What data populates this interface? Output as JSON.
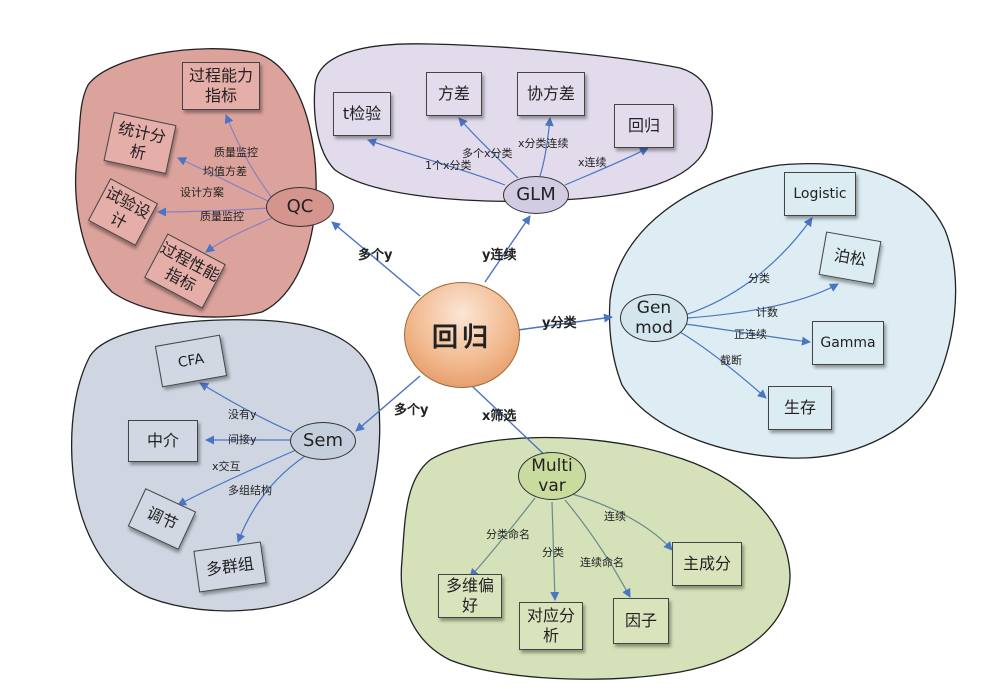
{
  "center": "回归",
  "qc": {
    "node": "QC",
    "link": "多个y",
    "items": [
      "过程能力指标",
      "统计分析",
      "试验设计",
      "过程性能指标"
    ],
    "edges": [
      "质量监控",
      "均值方差",
      "设计方案",
      "质量监控"
    ]
  },
  "glm": {
    "node": "GLM",
    "link": "y连续",
    "items": [
      "t检验",
      "方差",
      "协方差",
      "回归"
    ],
    "edges": [
      "1个x分类",
      "多个x分类",
      "x分类连续",
      "x连续"
    ]
  },
  "genmod": {
    "node": "Gen mod",
    "link": "y分类",
    "items": [
      "Logistic",
      "泊松",
      "Gamma",
      "生存"
    ],
    "edges": [
      "分类",
      "计数",
      "正连续",
      "截断"
    ]
  },
  "sem": {
    "node": "Sem",
    "link": "多个y",
    "items": [
      "CFA",
      "中介",
      "调节",
      "多群组"
    ],
    "edges": [
      "没有y",
      "间接y",
      "x交互",
      "多组结构"
    ]
  },
  "multivar": {
    "node": "Multi var",
    "link": "x筛选",
    "items": [
      "多维偏好",
      "对应分析",
      "因子",
      "主成分"
    ],
    "edges": [
      "分类命名",
      "分类",
      "连续命名",
      "连续"
    ]
  },
  "colors": {
    "qc_region": "#dca39d",
    "glm_region": "#e1dbec",
    "genmod_region": "#ddedf3",
    "sem_region": "#cfd6e2",
    "multivar_region": "#d5e1b8",
    "arrow": "#4a74c4",
    "center_fill": "#f1b88c"
  }
}
